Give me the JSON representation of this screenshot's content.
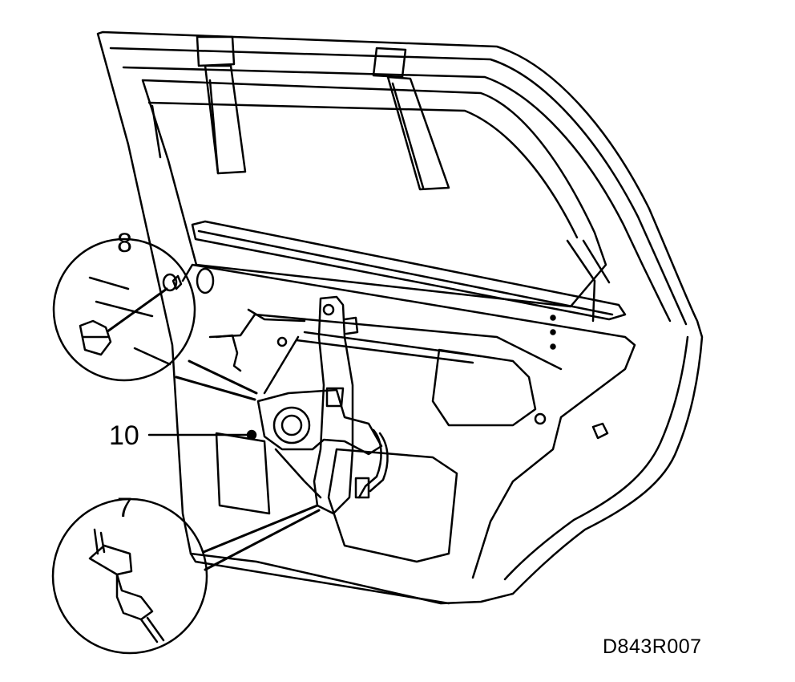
{
  "callouts": {
    "part_8": "8",
    "part_10": "10",
    "part_7": "7"
  },
  "reference_code": "D843R007",
  "colors": {
    "line": "#000000",
    "background": "#ffffff"
  }
}
